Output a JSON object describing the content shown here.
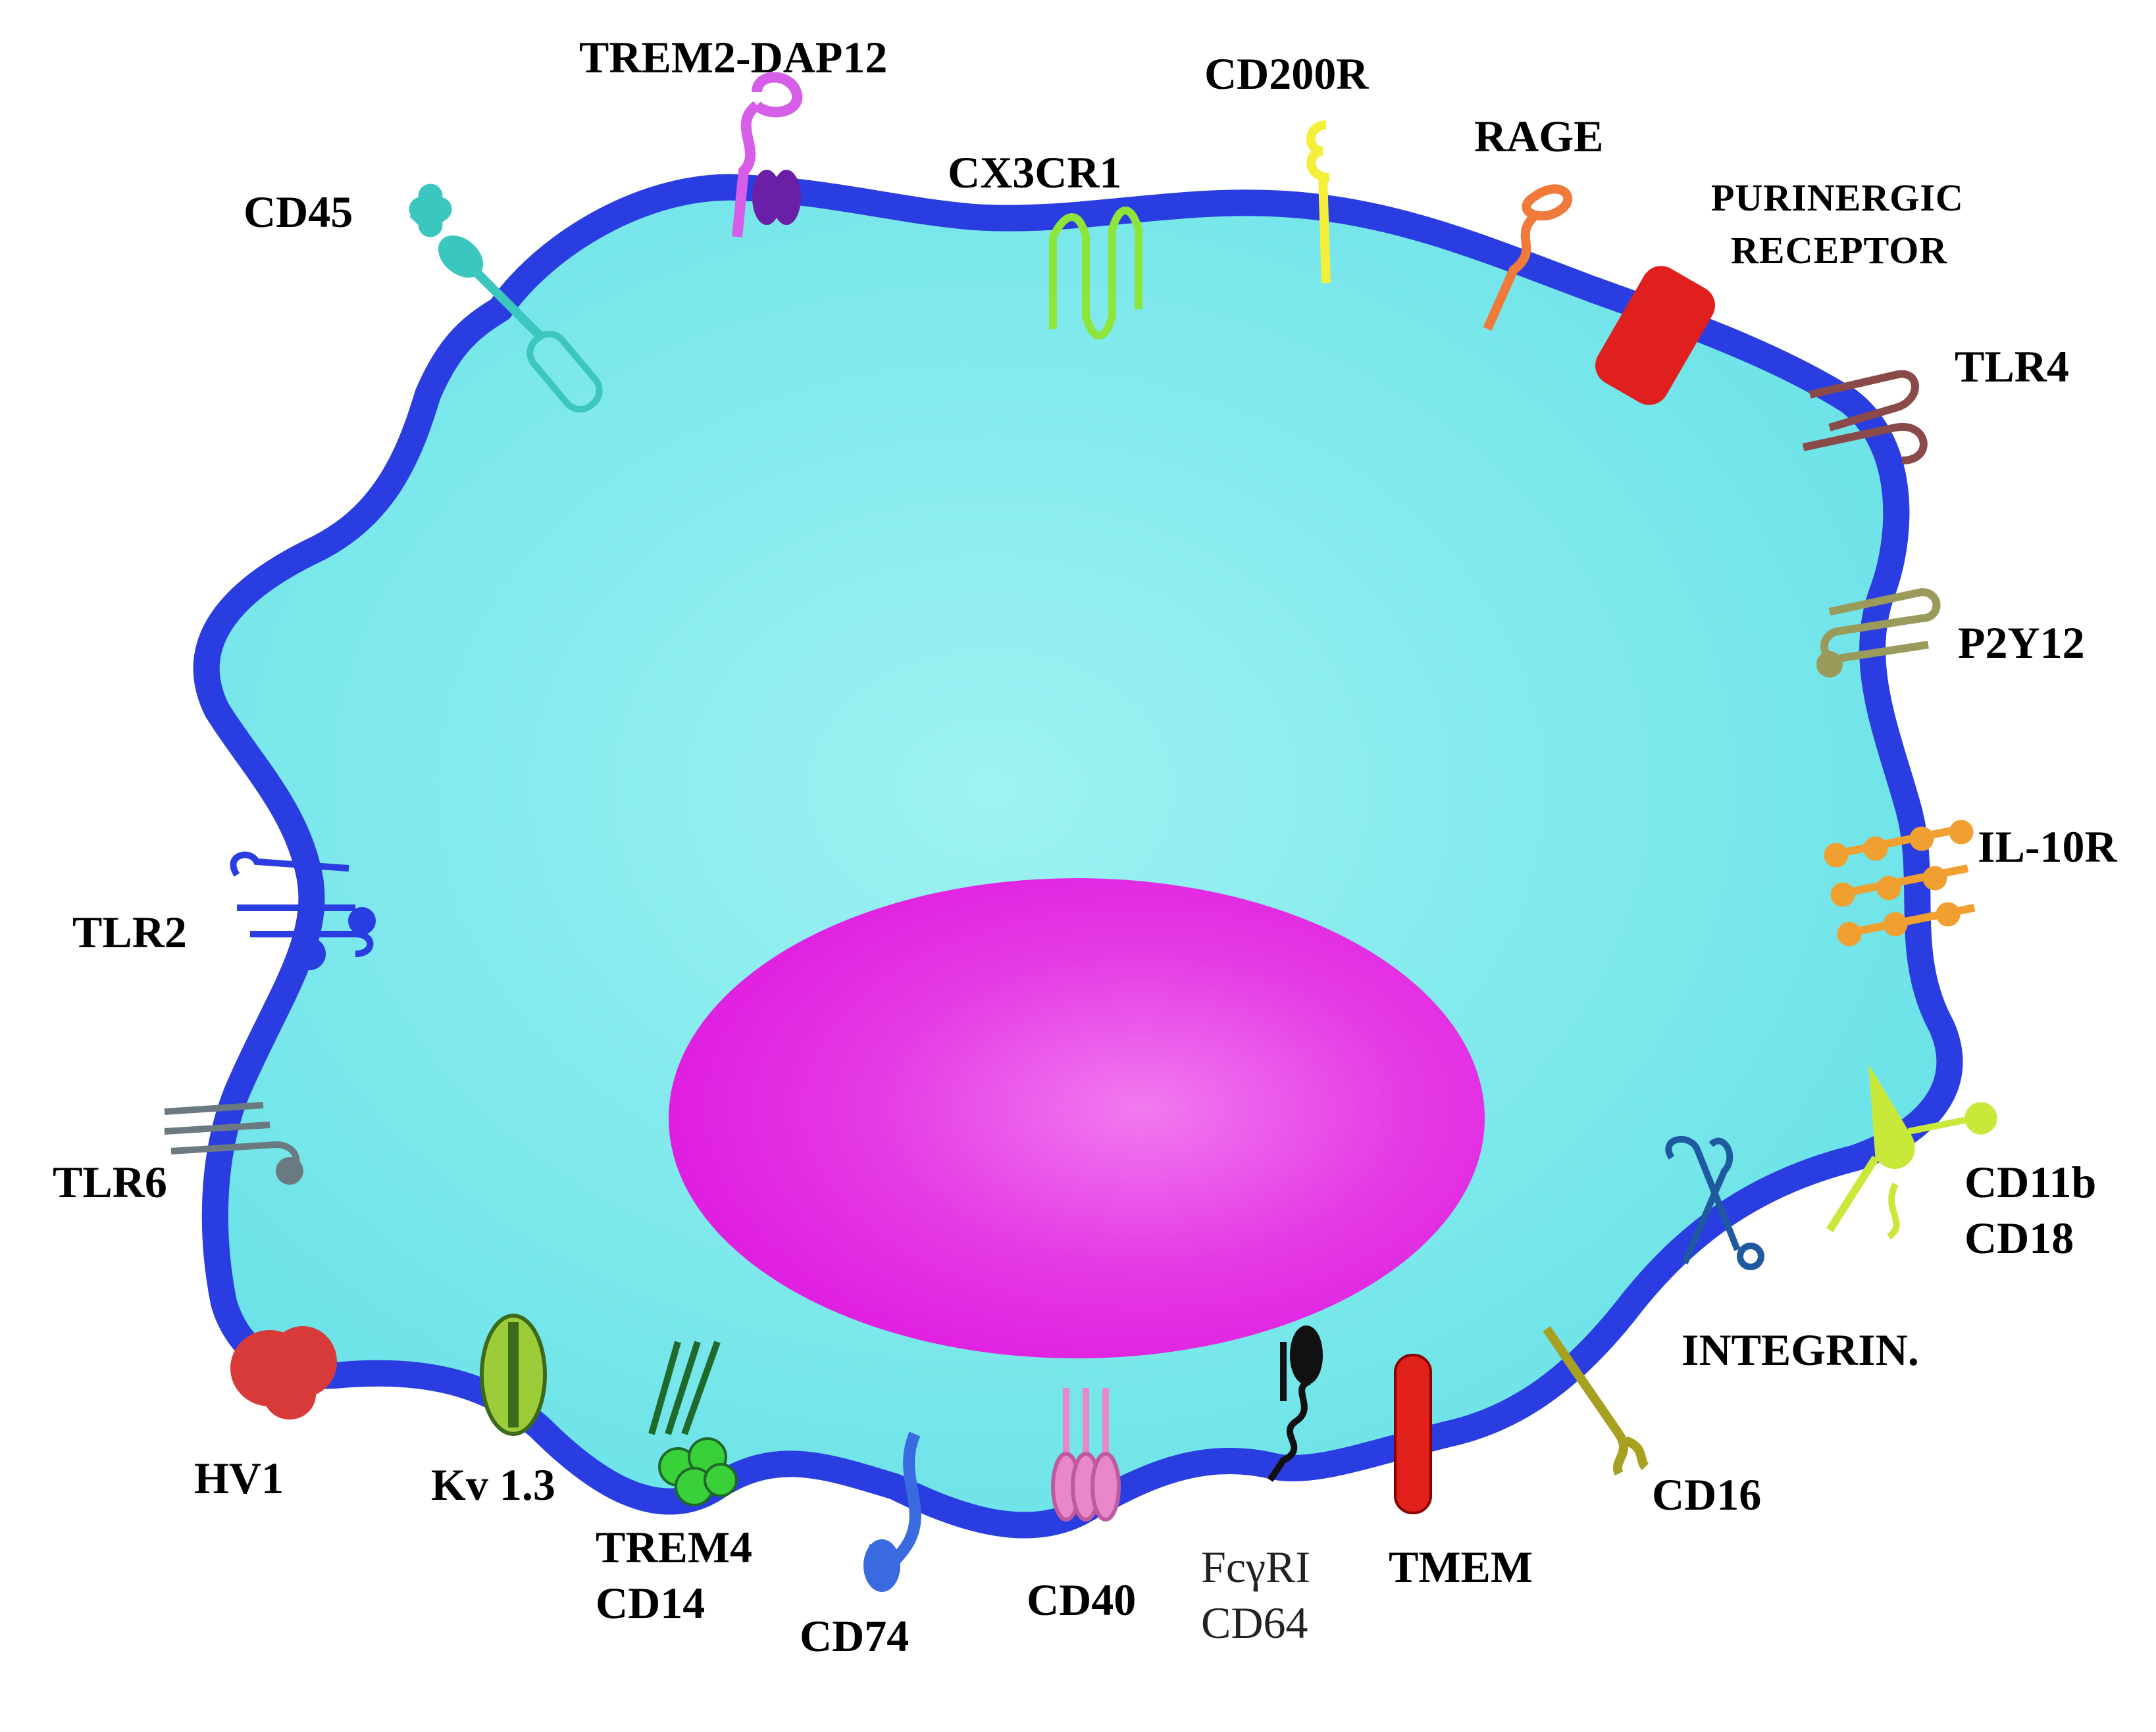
{
  "colors": {
    "background": "#ffffff",
    "cytoplasm": "#7ae8ec",
    "membrane_outer": "#2a3de0",
    "membrane_inner": "#8f9bf0",
    "nucleus": "#e01ce0",
    "nucleus_center": "#f27af0",
    "cd45": "#3cc6c0",
    "trem2": "#d65ee8",
    "dap12": "#6a1fa6",
    "cx3cr1": "#8ee53a",
    "cd200r": "#f4f03a",
    "rage": "#f07a3a",
    "purinergic": "#e01f1f",
    "tlr4": "#8a4a4a",
    "p2y12": "#9a9a5a",
    "il10r": "#f0a030",
    "cd11b": "#c8e83a",
    "integrin": "#1f5aa0",
    "cd16": "#a8a020",
    "tmem": "#e0201a",
    "fcgri": "#111111",
    "cd40": "#e888c8",
    "cd74": "#3a6ae0",
    "trem4": "#1fae2a",
    "kv13": "#9ccc3a",
    "hv1": "#d83a3a",
    "tlr6": "#6a7a80",
    "tlr2": "#2a3de0"
  },
  "labels": {
    "trem2_dap12": "TREM2-DAP12",
    "cd200r": "CD200R",
    "cd45": "CD45",
    "cx3cr1": "CX3CR1",
    "rage": "RAGE",
    "purinergic_1": "PURINERGIC",
    "purinergic_2": "RECEPTOR",
    "tlr4": "TLR4",
    "p2y12": "P2Y12",
    "il10r": "IL-10R",
    "tlr2": "TLR2",
    "tlr6": "TLR6",
    "cd11b": "CD11b",
    "cd18": "CD18",
    "integrin": "INTEGRIN.",
    "cd16": "CD16",
    "hv1": "HV1",
    "kv13": "Kv 1.3",
    "trem4": "TREM4",
    "cd14": "CD14",
    "cd74": "CD74",
    "cd40": "CD40",
    "fcgri": "FcγRI",
    "cd64": "CD64",
    "tmem": "TMEM"
  }
}
